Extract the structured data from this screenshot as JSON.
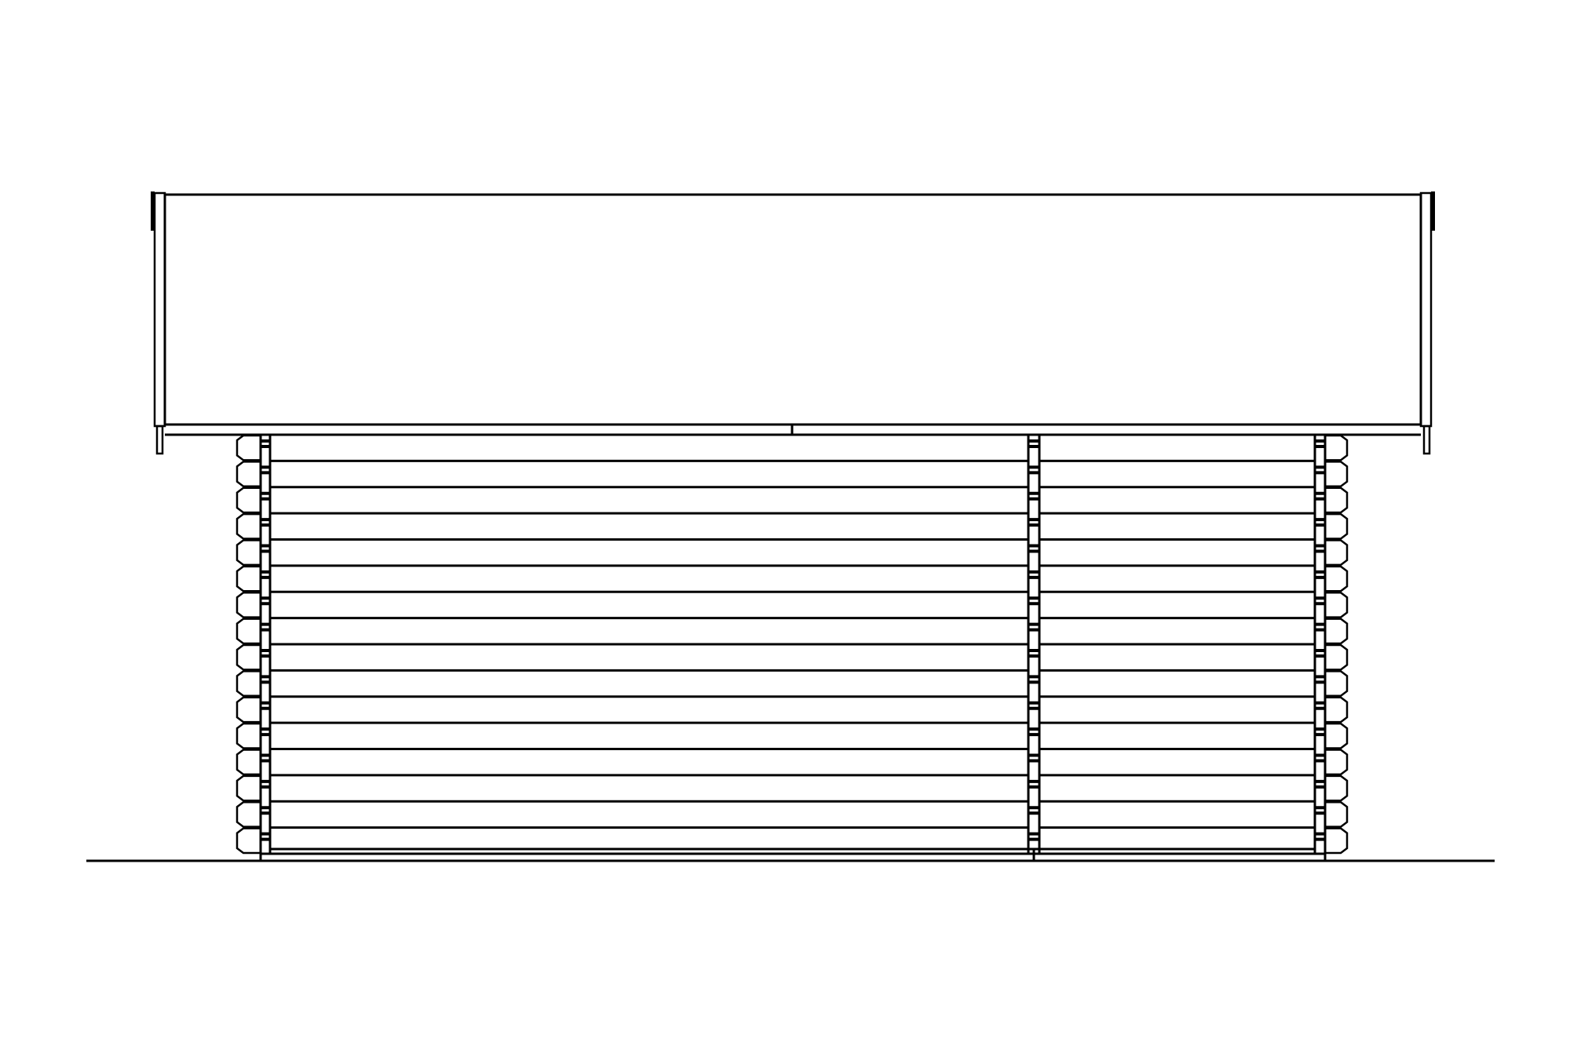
{
  "drawing": {
    "type": "log cabin front elevation",
    "line_color": "#000000",
    "background_color": "#ffffff",
    "log_courses": 16,
    "wall_sections": 2
  }
}
